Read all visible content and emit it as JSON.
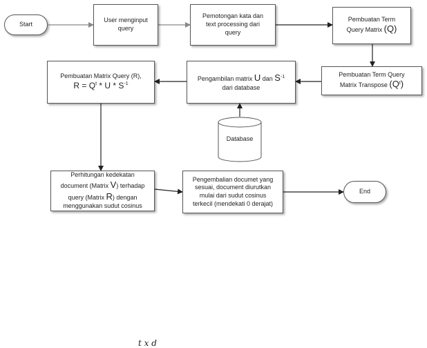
{
  "nodes": {
    "start": "Start",
    "input": [
      "User menginput",
      "query"
    ],
    "preprocess": [
      "Pemotongan kata dan",
      "text processing dari",
      "query"
    ],
    "term_matrix": {
      "line1": "Pembuatan  Term",
      "line2_prefix": "Query Matrix ",
      "line2_sym": "(Q)"
    },
    "transpose": {
      "line1": "Pembuatan  Term Query",
      "line2_prefix": "Matrix  Transpose ",
      "line2_sym": "(Q",
      "line2_sup": "t",
      "line2_end": ")"
    },
    "svd": {
      "l1_prefix": "Pengambilan matrix ",
      "l1_u": "U",
      "l1_mid": " dan ",
      "l1_s": "S",
      "l1_sup": "-1",
      "line2": "dari database"
    },
    "query_matrix": {
      "line1": "Pembuatan Matrix Query (R),",
      "formula_a": "R = Q",
      "formula_sup1": "t",
      "formula_b": " * U * S",
      "formula_sup2": "-1"
    },
    "database": "Database",
    "similarity": {
      "line1": "Perhitungan kedekatan",
      "l2_prefix": "document (Matrix ",
      "l2_sym": "V",
      "l2_suffix": ")  terhadap",
      "l3_prefix": "query (Matrix ",
      "l3_sym": "R",
      "l3_suffix": ") dengan",
      "line4": "menggunakan sudut cosinus"
    },
    "result": [
      "Pengembalian documet yang",
      "sesuai, document diurutkan",
      "mulai dari sudut cosinus",
      "terkecil (mendekati 0 derajat)"
    ],
    "end": "End"
  },
  "footer_math": "t x d"
}
